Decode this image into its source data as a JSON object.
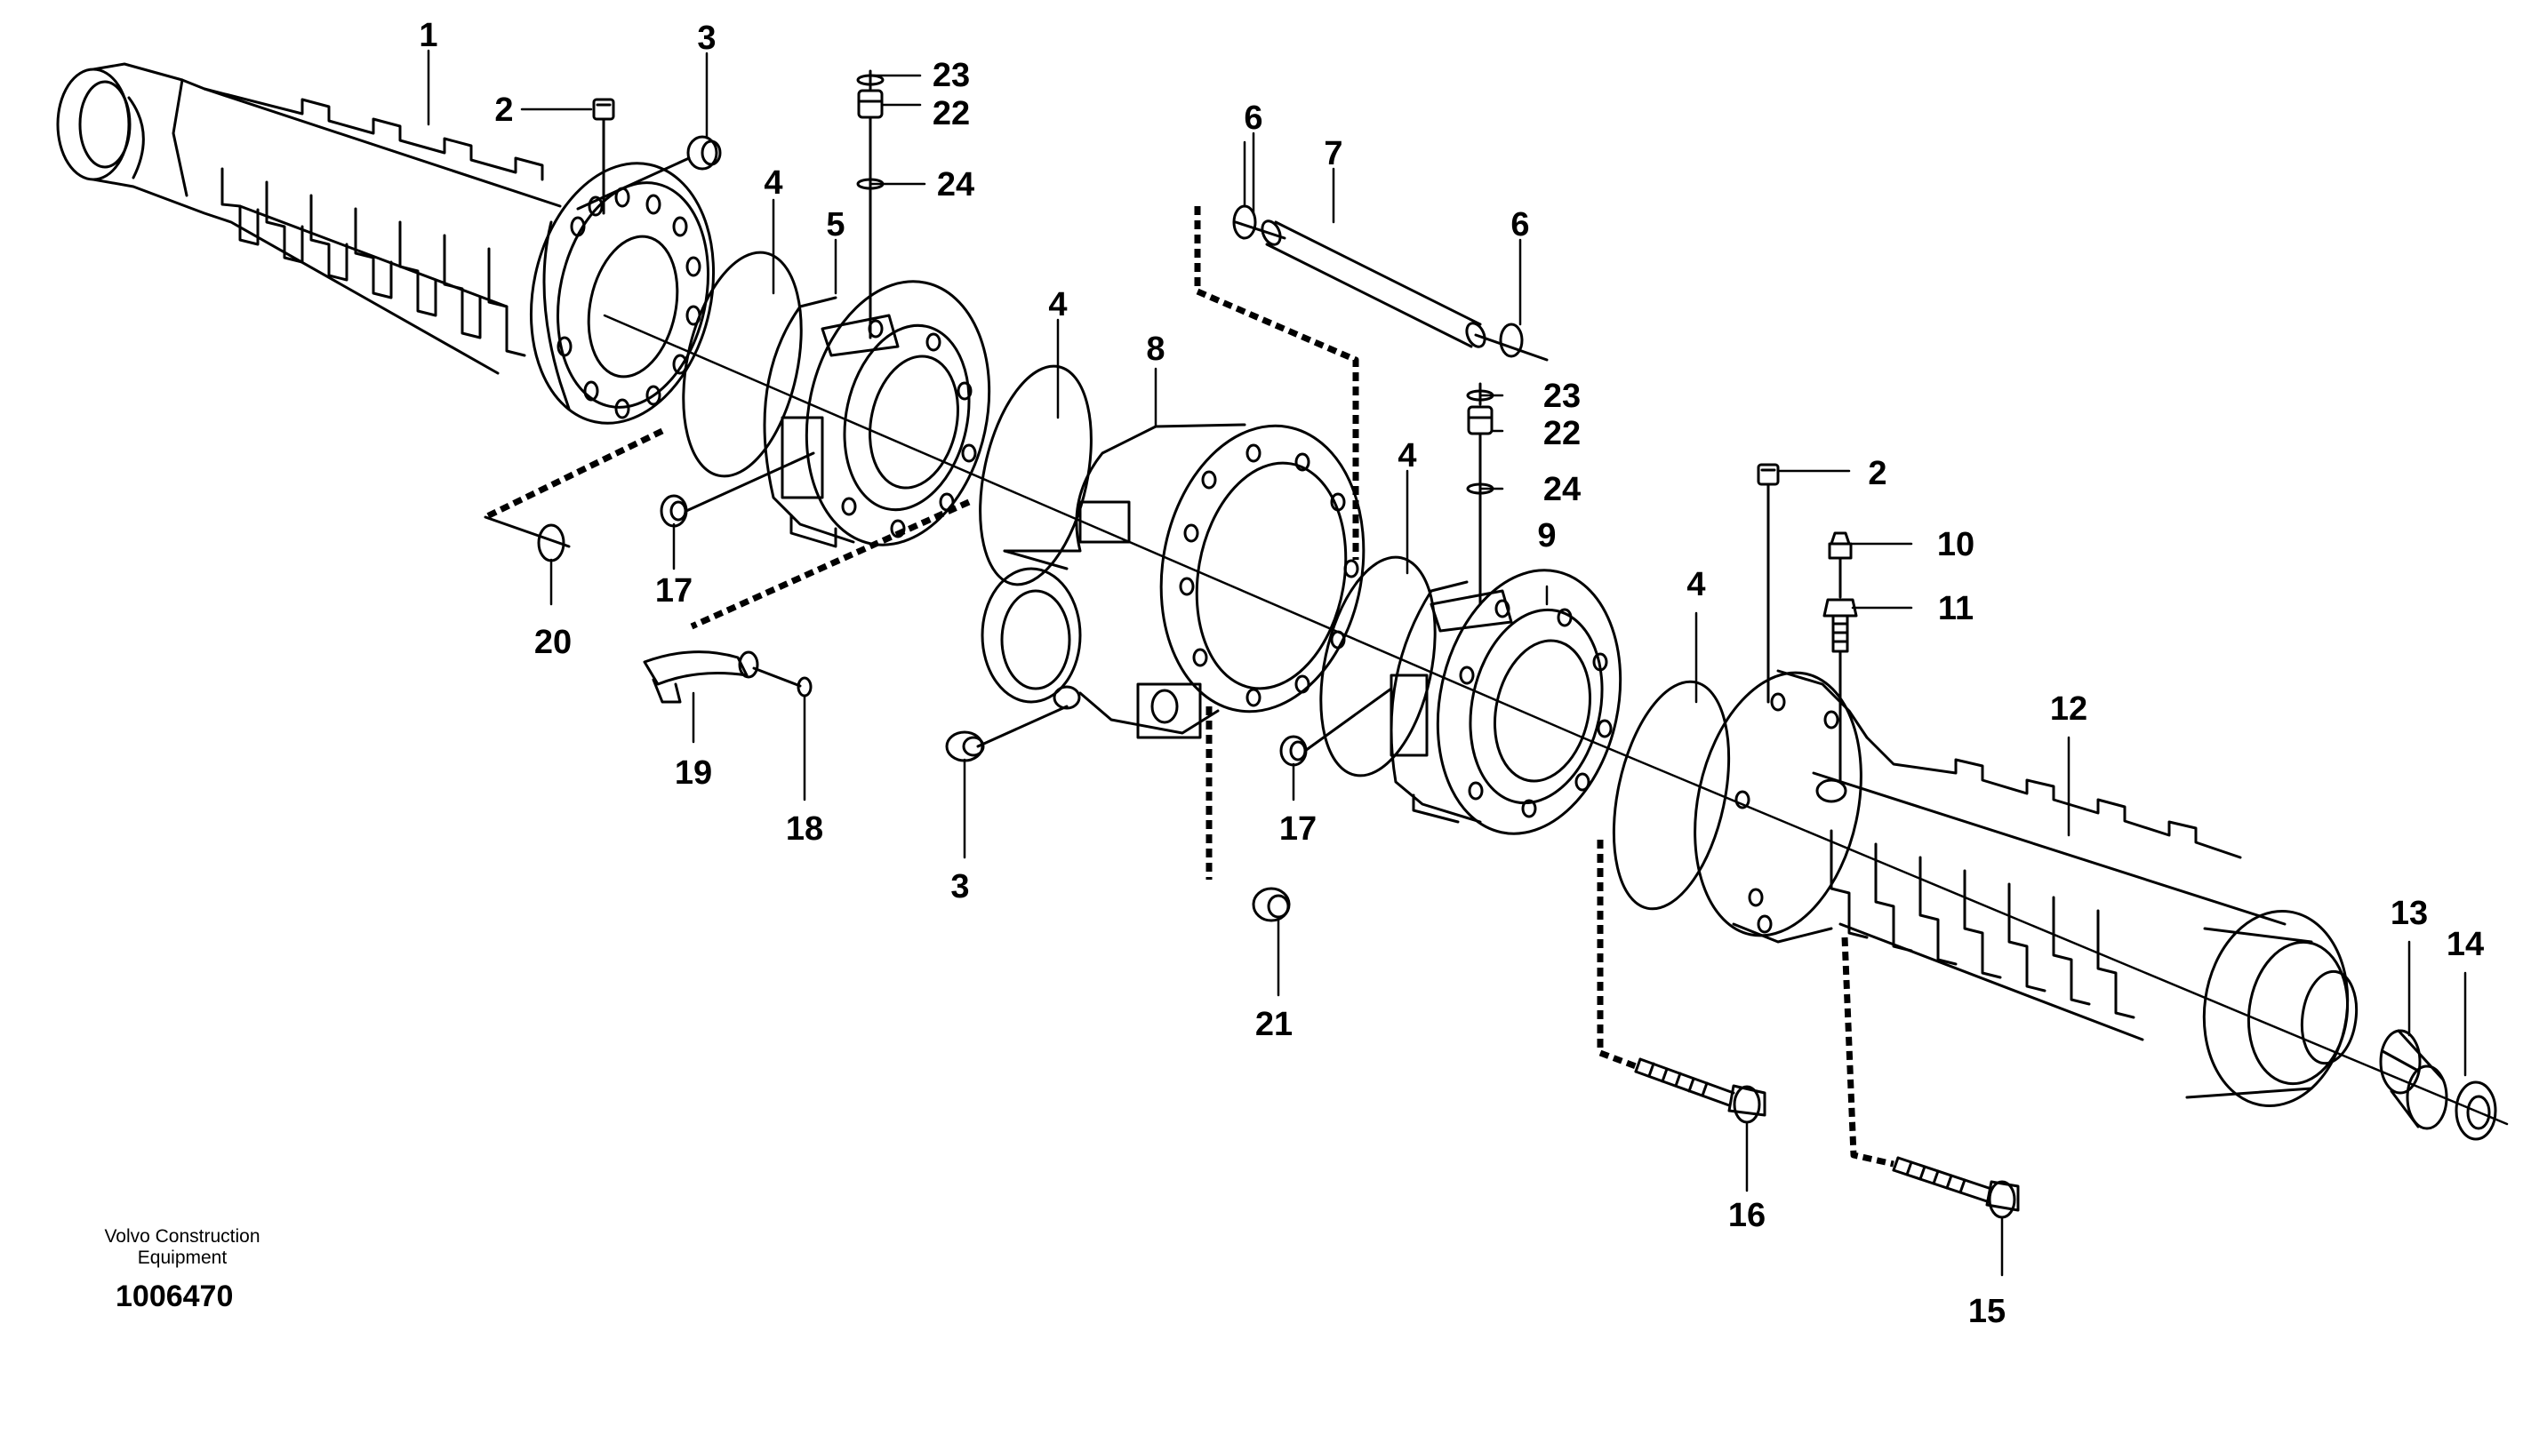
{
  "diagram": {
    "callouts": {
      "c1": "1",
      "c2a": "2",
      "c3a": "3",
      "c23a": "23",
      "c22a": "22",
      "c24a": "24",
      "c4a": "4",
      "c5": "5",
      "c6a": "6",
      "c7": "7",
      "c6b": "6",
      "c4b": "4",
      "c8": "8",
      "c23b": "23",
      "c22b": "22",
      "c24b": "24",
      "c2b": "2",
      "c4c": "4",
      "c9": "9",
      "c10": "10",
      "c11": "11",
      "c4d": "4",
      "c12": "12",
      "c17a": "17",
      "c20": "20",
      "c19": "19",
      "c18": "18",
      "c3b": "3",
      "c17b": "17",
      "c21": "21",
      "c16": "16",
      "c15": "15",
      "c13": "13",
      "c14": "14"
    }
  },
  "footer": {
    "company_line1": "Volvo Construction",
    "company_line2": "Equipment",
    "drawing_number": "1006470"
  }
}
